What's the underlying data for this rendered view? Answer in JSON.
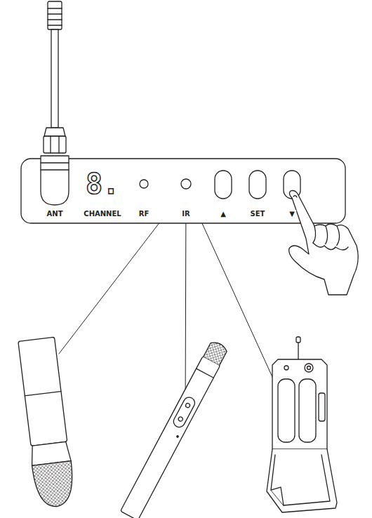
{
  "diagram": {
    "labels": [
      "8.",
      "ANT",
      "CHANNEL",
      "RF",
      "IR",
      "▲",
      "SET",
      "▼"
    ]
  }
}
